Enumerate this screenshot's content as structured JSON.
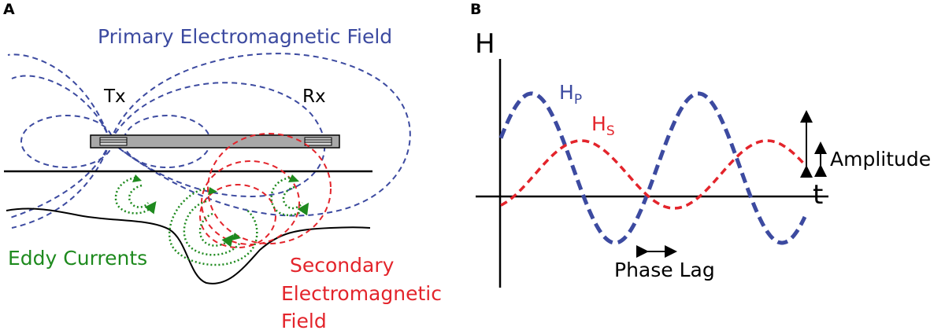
{
  "panel_a": {
    "label": "A",
    "primary_field": "Primary Electromagnetic Field",
    "tx": "Tx",
    "rx": "Rx",
    "eddy": "Eddy Currents",
    "secondary_line1": "Secondary",
    "secondary_line2": "Electromagnetic",
    "secondary_line3": "Field"
  },
  "panel_b": {
    "label": "B",
    "y_axis": "H",
    "x_axis": "t",
    "hp": "H",
    "hp_sub": "P",
    "hs": "H",
    "hs_sub": "S",
    "amplitude": "Amplitude",
    "phase_lag": "Phase Lag"
  },
  "colors": {
    "primary": "#3c4aa0",
    "secondary": "#e3242b",
    "eddy": "#1e8a1e",
    "ink": "#000000",
    "device": "#a8a8a8"
  }
}
